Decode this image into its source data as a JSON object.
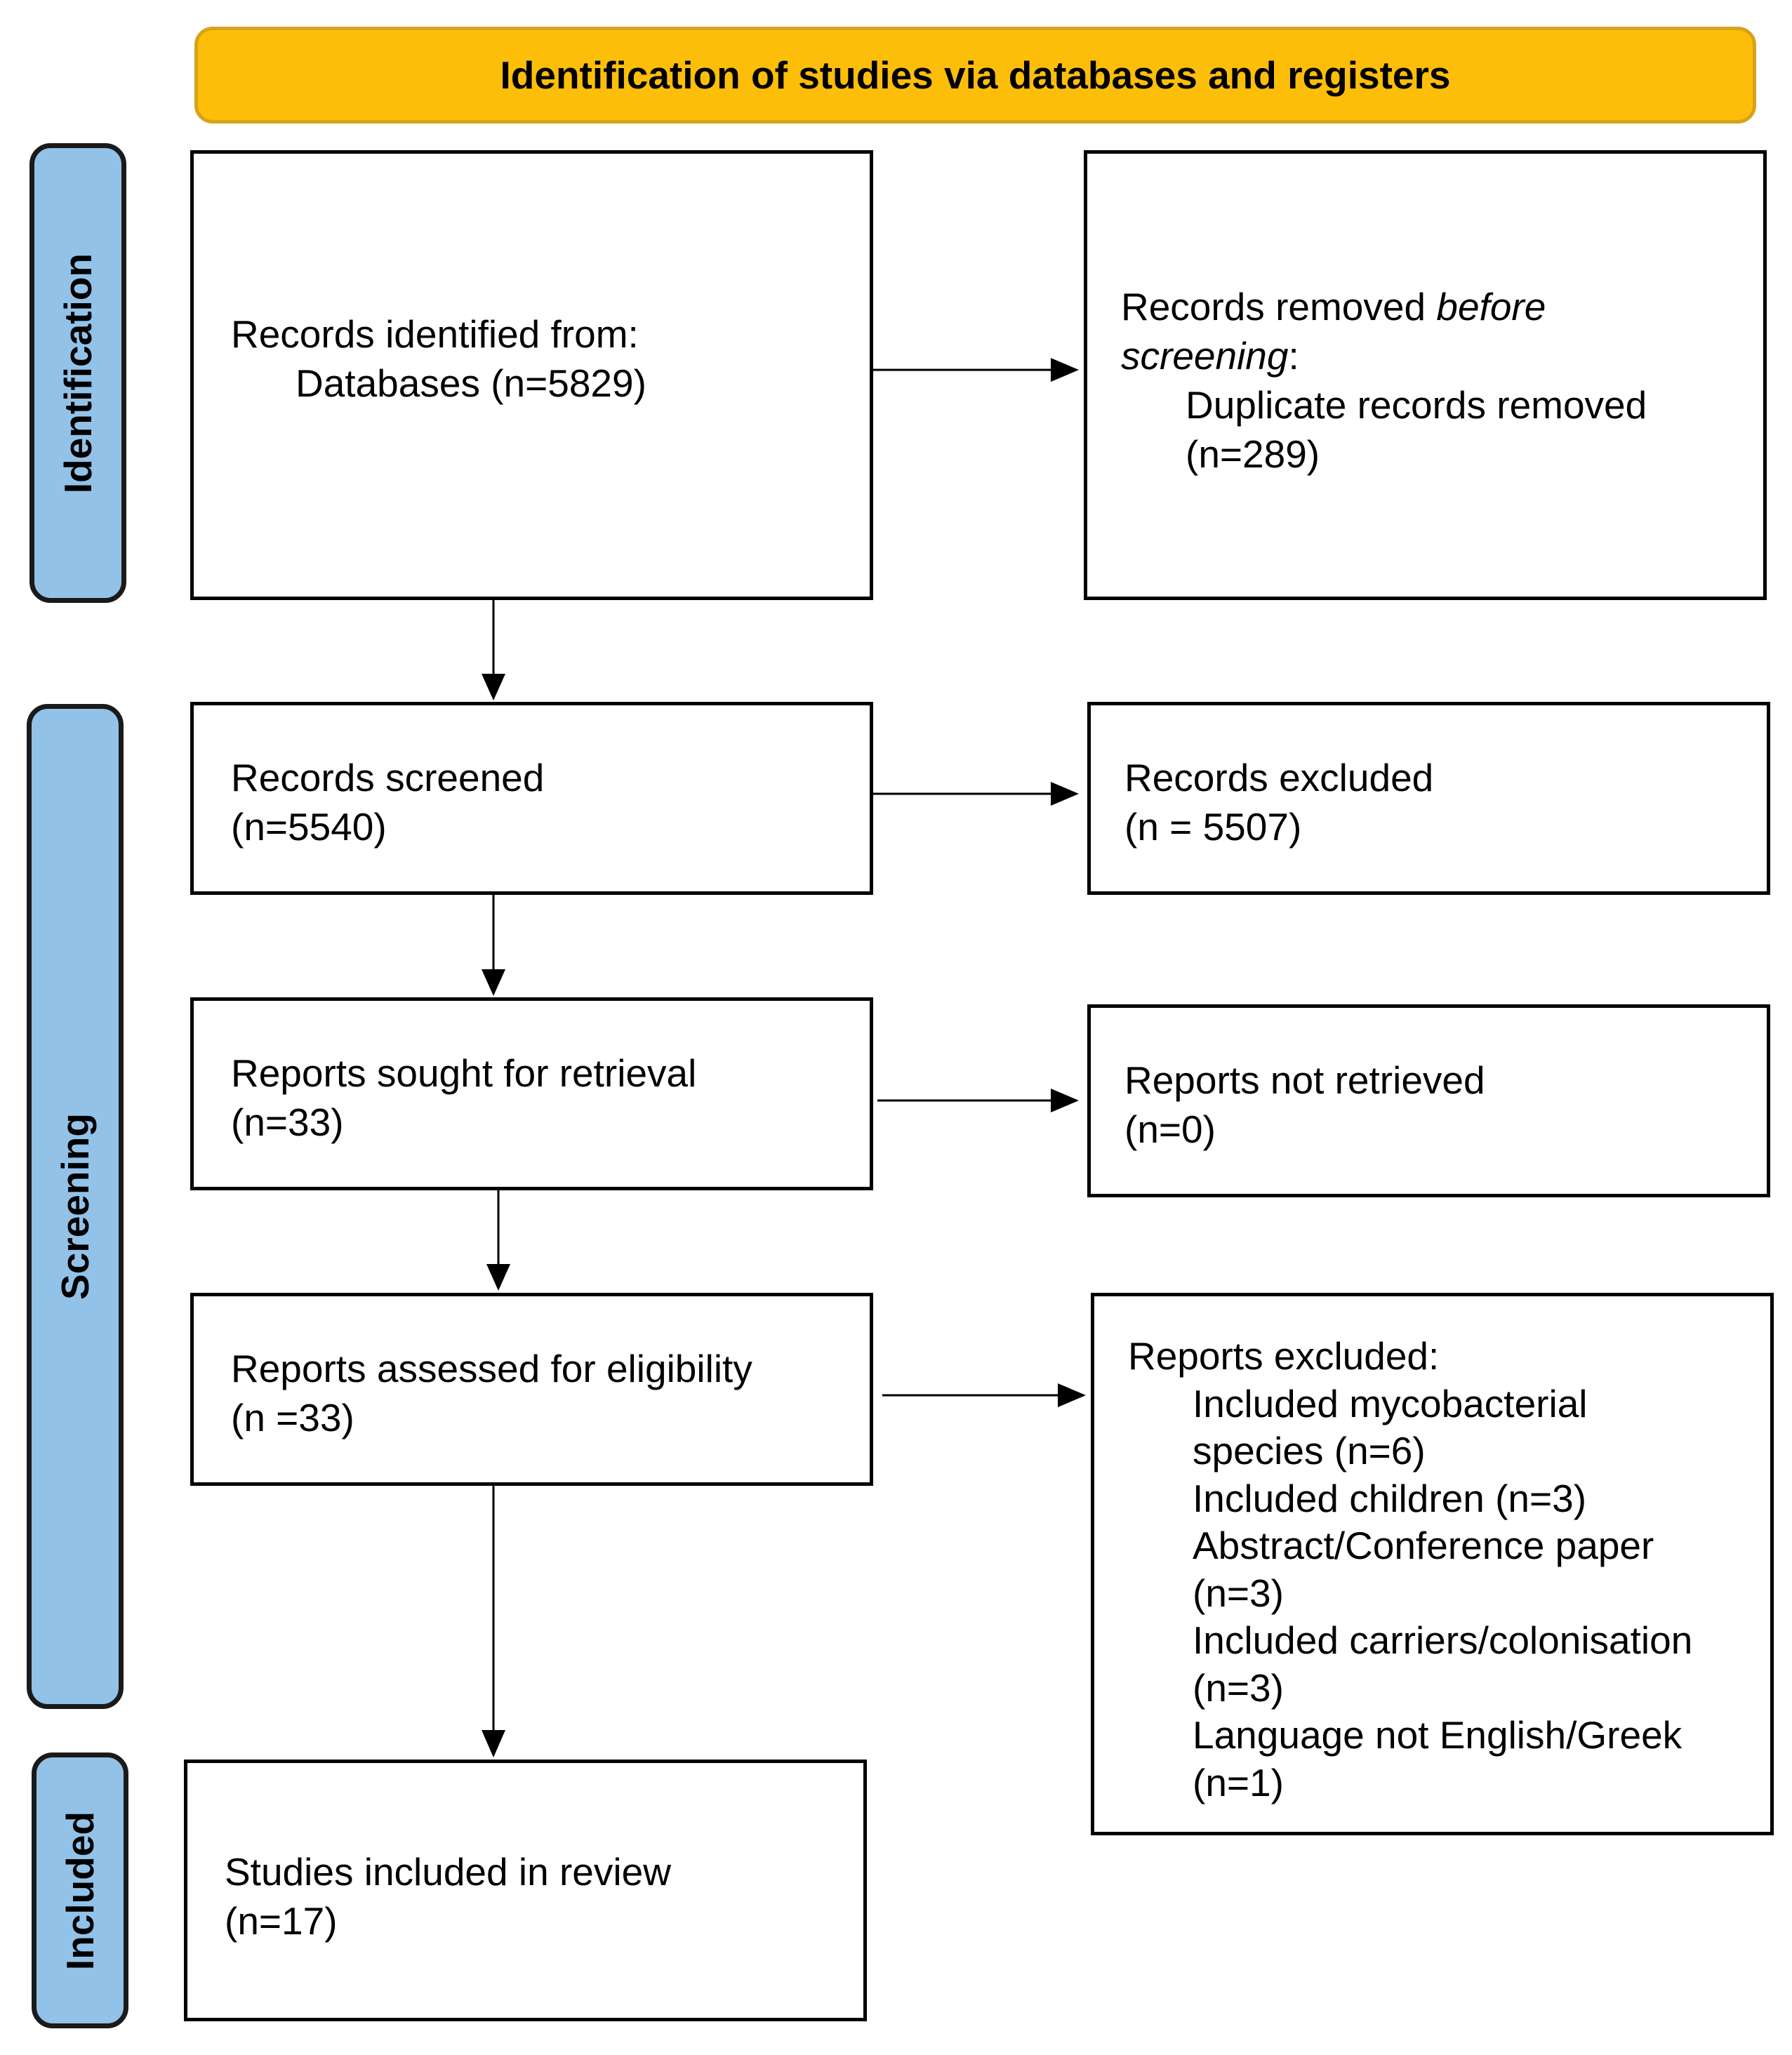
{
  "header": {
    "title": "Identification of studies via databases and registers"
  },
  "phases": {
    "identification": "Identification",
    "screening": "Screening",
    "included": "Included"
  },
  "boxes": {
    "records_identified": {
      "title": "Records identified from:",
      "item": "Databases (n=5829)"
    },
    "records_removed": {
      "title_prefix": "Records removed ",
      "title_emph": "before",
      "title_emph2": "screening",
      "title_suffix": ":",
      "item_1": "Duplicate records removed",
      "item_2": "(n=289)"
    },
    "records_screened": {
      "title": "Records screened",
      "count": "(n=5540)"
    },
    "records_excluded": {
      "title": "Records excluded",
      "count": "(n = 5507)"
    },
    "reports_sought": {
      "title": "Reports sought for retrieval",
      "count": "(n=33)"
    },
    "reports_not_retrieved": {
      "title": "Reports not retrieved",
      "count": "(n=0)"
    },
    "reports_assessed": {
      "title": "Reports assessed for eligibility",
      "count": "(n =33)"
    },
    "reports_excluded": {
      "title": "Reports excluded:",
      "lines": [
        "Included mycobacterial",
        "species (n=6)",
        "Included children (n=3)",
        "Abstract/Conference paper",
        "(n=3)",
        "Included carriers/colonisation",
        "(n=3)",
        "Language not English/Greek",
        "(n=1)"
      ]
    },
    "studies_included": {
      "title": "Studies included in review",
      "count": "(n=17)"
    }
  },
  "colors": {
    "header_fill": "#FDBE0A",
    "header_border": "#D6A319",
    "phase_fill": "#93C2E8",
    "box_border": "#000000"
  }
}
